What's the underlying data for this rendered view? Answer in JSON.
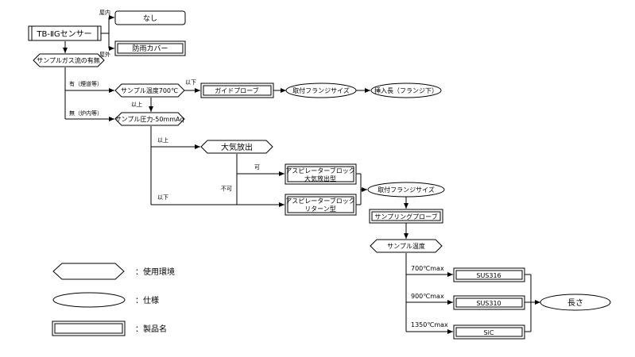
{
  "nodes": {
    "sensor": "TB-ⅡGセンサー",
    "none": "なし",
    "rain_cover": "防雨カバー",
    "gas_flow": "サンプルガス流の有無",
    "temp_700": "サンプル温度700℃",
    "guide_probe": "ガイドプローブ",
    "flange1": "取付フランジサイズ",
    "insert_len": "挿入長（フランジ下）",
    "pressure": "サンプル圧力-50mmAq",
    "atm_release": "大気放出",
    "aspirator_atm_l1": "アスピレーターブロック",
    "aspirator_atm_l2": "大気放出型",
    "aspirator_ret_l1": "アスピレーターブロック",
    "aspirator_ret_l2": "リターン型",
    "flange2": "取付フランジサイズ",
    "sampling_probe": "サンプリングプローブ",
    "sample_temp": "サンプル温度",
    "sus316": "SUS316",
    "sus310": "SUS310",
    "sic": "SiC",
    "length": "長さ"
  },
  "edges": {
    "indoor": "屋内",
    "outdoor": "屋外",
    "yes_flue": "有（煙道等）",
    "no_furnace": "無（炉内等）",
    "below1": "以下",
    "above1": "以上",
    "above2": "以上",
    "below2": "以下",
    "possible": "可",
    "impossible": "不可",
    "t700": "700℃max",
    "t900": "900℃max",
    "t1350": "1350℃max"
  },
  "legend": {
    "hexagon": "：使用環境",
    "ellipse": "：仕様",
    "double_rect": "：製品名"
  }
}
